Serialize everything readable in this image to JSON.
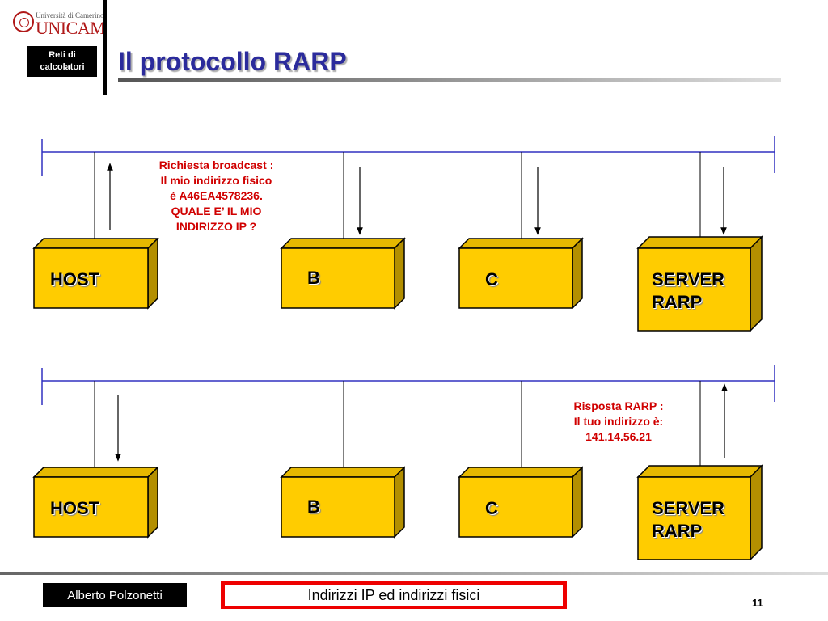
{
  "header": {
    "logo_top": "Università di Camerino",
    "logo_main": "UNICAM",
    "course": "Reti di calcolatori",
    "title": "Il protocollo RARP"
  },
  "diagram": {
    "top": {
      "note": [
        "Richiesta broadcast :",
        "Il mio indirizzo fisico",
        "è A46EA4578236.",
        "QUALE E’ IL MIO",
        "INDIRIZZO IP ?"
      ],
      "nodes": [
        "HOST",
        "B",
        "C",
        "SERVER RARP"
      ]
    },
    "bottom": {
      "note": [
        "Risposta RARP :",
        "Il tuo indirizzo è:",
        "141.14.56.21"
      ],
      "nodes": [
        "HOST",
        "B",
        "C",
        "SERVER RARP"
      ]
    },
    "colors": {
      "box_front": "#ffcc00",
      "box_top": "#e6b800",
      "box_side": "#b38f00",
      "bus": "#3030c0",
      "note": "#d00000"
    }
  },
  "footer": {
    "author": "Alberto Polzonetti",
    "subject": "Indirizzi IP ed indirizzi fisici",
    "page": "11"
  }
}
